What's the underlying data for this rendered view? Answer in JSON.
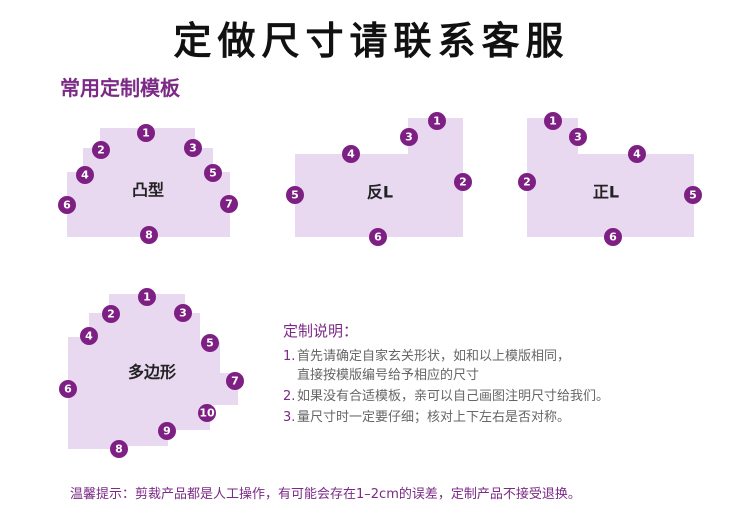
{
  "headline": "定做尺寸请联系客服",
  "section_title": "常用定制模板",
  "colors": {
    "accent": "#7e2083",
    "shape_fill": "#e8d8f0",
    "title_color": "#7b2a86"
  },
  "templates": [
    {
      "label": "凸型",
      "markers": [
        "1",
        "2",
        "3",
        "4",
        "5",
        "6",
        "7",
        "8"
      ]
    },
    {
      "label": "反L",
      "markers": [
        "1",
        "2",
        "3",
        "4",
        "5",
        "6"
      ]
    },
    {
      "label": "正L",
      "markers": [
        "1",
        "2",
        "3",
        "4",
        "5",
        "6"
      ]
    },
    {
      "label": "多边形",
      "markers": [
        "1",
        "2",
        "3",
        "4",
        "5",
        "6",
        "7",
        "8",
        "9",
        "10"
      ]
    }
  ],
  "instructions": {
    "title": "定制说明：",
    "items": [
      {
        "num": "1.",
        "text": "首先请确定自家玄关形状，如和以上模版相同，",
        "cont": "直接按模版编号给予相应的尺寸"
      },
      {
        "num": "2.",
        "text": "如果没有合适模板，亲可以自己画图注明尺寸给我们。",
        "cont": ""
      },
      {
        "num": "3.",
        "text": "量尺寸时一定要仔细；核对上下左右是否对称。",
        "cont": ""
      }
    ]
  },
  "notice": "温馨提示：剪裁产品都是人工操作，有可能会存在1–2cm的误差，定制产品不接受退换。"
}
